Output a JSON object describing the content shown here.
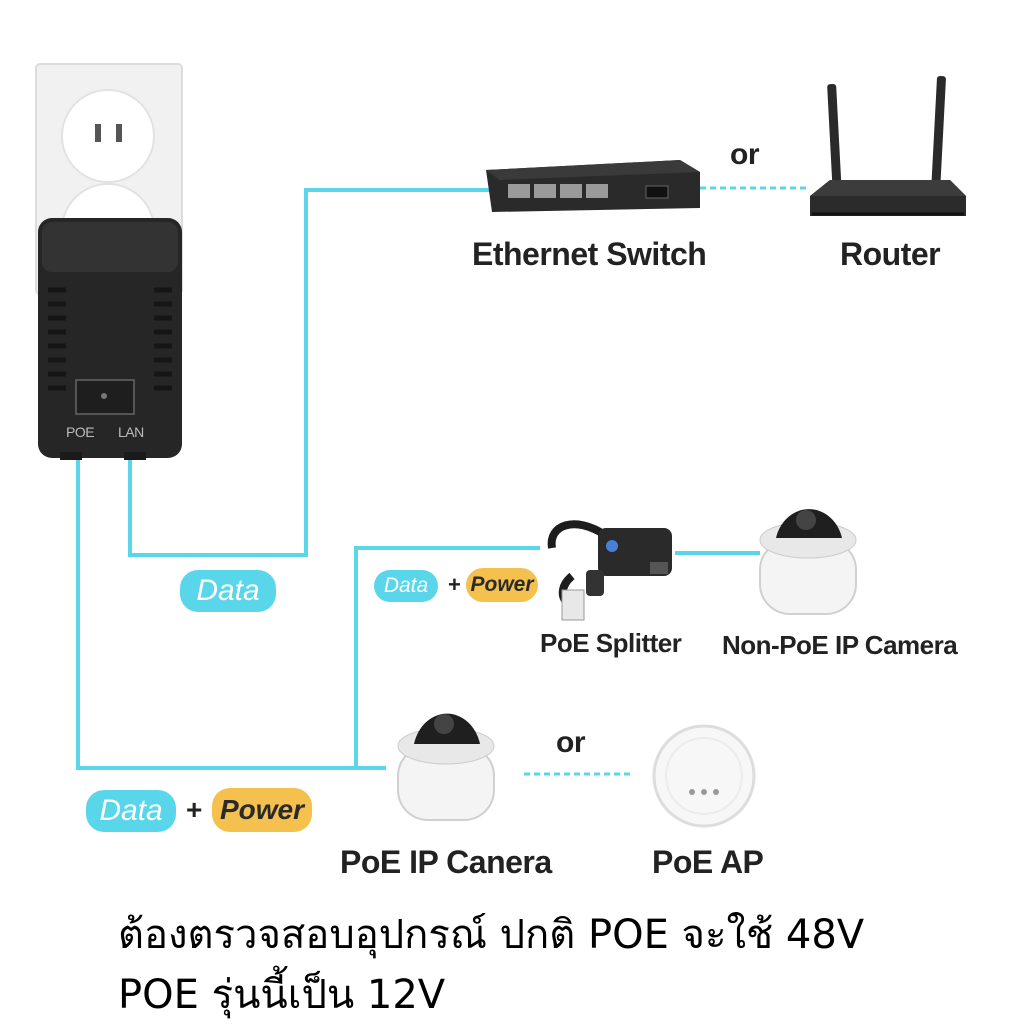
{
  "devices": {
    "switch": "Ethernet Switch",
    "router": "Router",
    "splitter": "PoE Splitter",
    "non_poe_camera": "Non-PoE IP Camera",
    "poe_camera": "PoE IP Canera",
    "poe_ap": "PoE AP"
  },
  "connectors": {
    "or_top": "or",
    "or_bottom": "or"
  },
  "adapter": {
    "port_poe": "POE",
    "port_lan": "LAN"
  },
  "pills": {
    "data_lan": "Data",
    "data_mid": "Data",
    "power_mid": "Power",
    "plus_mid": "+",
    "data_bottom": "Data",
    "power_bottom": "Power",
    "plus_bottom": "+"
  },
  "note": {
    "line1": "ต้องตรวจสอบอุปกรณ์ ปกติ POE จะใช้ 48V",
    "line2": "POE รุ่นนี้เป็น 12V"
  },
  "colors": {
    "cable": "#5ad6ea",
    "data_pill": "#5ad6ea",
    "power_pill": "#f4c04e"
  }
}
